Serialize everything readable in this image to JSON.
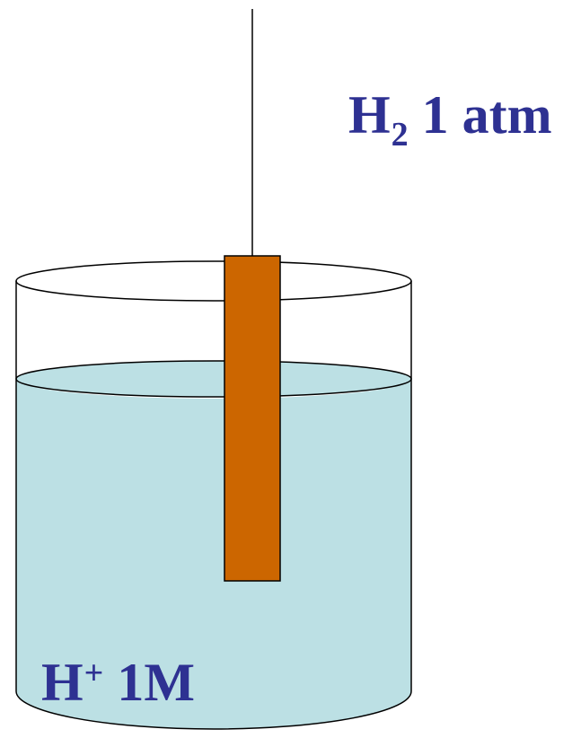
{
  "colors": {
    "text": "#2E3192",
    "solution": "#BCE0E4",
    "electrode": "#CC6600",
    "outline": "#000000",
    "background": "#FFFFFF"
  },
  "gas_label": {
    "element": "H",
    "subscript": "2",
    "rest": " 1 atm"
  },
  "solution_label": {
    "element": "H",
    "superscript": "+",
    "rest": " 1M"
  }
}
